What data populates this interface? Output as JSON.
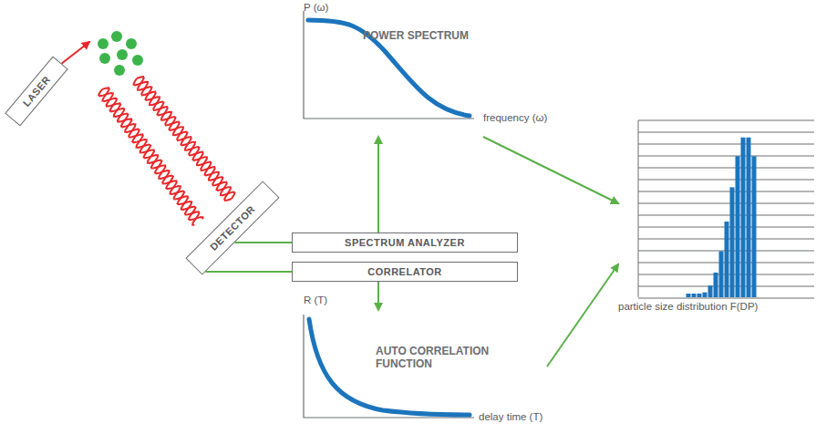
{
  "diagram": {
    "nodes": [
      {
        "text": [
          "LASER"
        ]
      },
      {
        "text": [
          "DETECTOR"
        ]
      },
      {
        "text": [
          "SPECTRUM ANALYZER"
        ]
      },
      {
        "text": [
          "CORRELATOR"
        ]
      },
      {
        "text": [
          "P (ω)",
          "POWER SPECTRUM",
          "frequency (ω)"
        ]
      },
      {
        "text": [
          "R (T)",
          "AUTO CORRELATION FUNCTION",
          "delay time (T)"
        ]
      },
      {
        "text": [
          "particle size distribution F(DP)"
        ]
      }
    ],
    "edges": [
      {
        "from": 1,
        "to": 2,
        "arrow": "none"
      },
      {
        "from": 1,
        "to": 3,
        "arrow": "none"
      },
      {
        "from": 2,
        "to": 4,
        "arrow": "to"
      },
      {
        "from": 3,
        "to": 5,
        "arrow": "to"
      },
      {
        "from": 4,
        "to": 6,
        "arrow": "to"
      },
      {
        "from": 5,
        "to": 6,
        "arrow": "to"
      }
    ]
  }
}
